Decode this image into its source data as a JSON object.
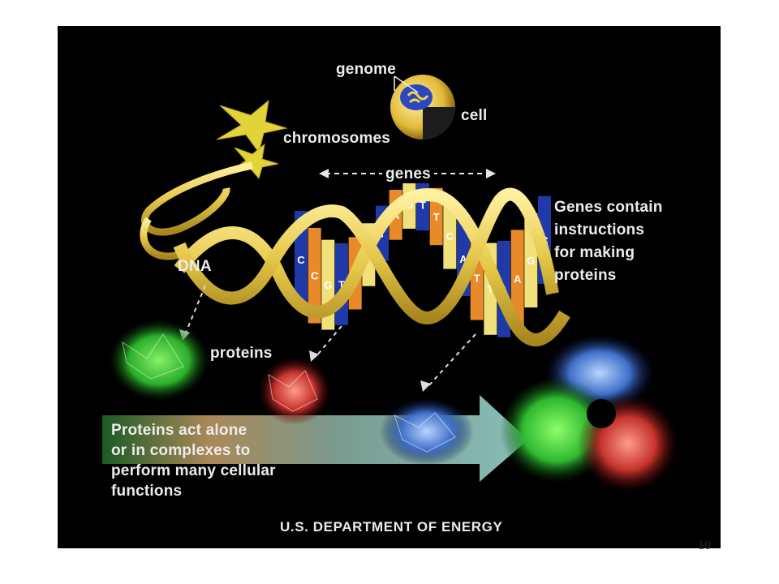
{
  "diagram": {
    "labels": {
      "genome": "genome",
      "cell": "cell",
      "chromosomes": "chromosomes",
      "genes": "genes",
      "dna": "DNA",
      "proteins": "proteins",
      "genes_contain": [
        "Genes contain",
        "instructions",
        "for making",
        "proteins"
      ],
      "proteins_act": [
        "Proteins act alone",
        "or in complexes to",
        "perform many cellular",
        "functions"
      ],
      "credit": "U.S. DEPARTMENT OF ENERGY"
    },
    "bases": [
      "C",
      "C",
      "G",
      "T",
      "A",
      "A",
      "T",
      "A",
      "G",
      "T",
      "T",
      "C",
      "A",
      "T",
      "T",
      "A",
      "A",
      "G",
      "C"
    ],
    "colors": {
      "background": "#000000",
      "helix_gold": "#e6c84a",
      "base_blue": "#1f3aa8",
      "base_orange": "#e8892a",
      "base_yellow": "#f2e07a",
      "protein_green": "#34c23b",
      "protein_red": "#c5322c",
      "protein_blue": "#3f6fc8",
      "label_text": "#ececec"
    }
  },
  "page": {
    "number": "10"
  }
}
